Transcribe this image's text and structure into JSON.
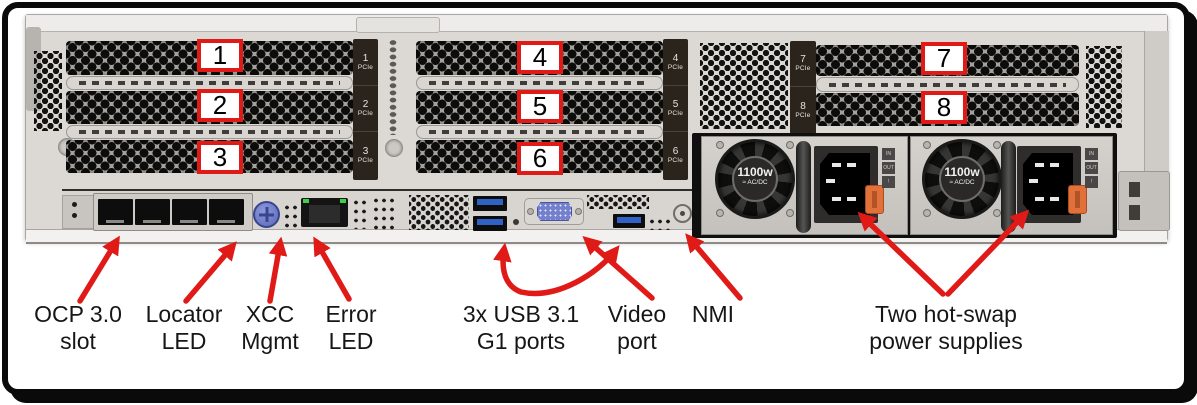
{
  "slot_markers": [
    "1",
    "2",
    "3",
    "4",
    "5",
    "6",
    "7",
    "8"
  ],
  "pcie_tags": [
    {
      "num": "1",
      "bus": "PCIe"
    },
    {
      "num": "2",
      "bus": "PCIe"
    },
    {
      "num": "3",
      "bus": "PCIe"
    },
    {
      "num": "4",
      "bus": "PCIe"
    },
    {
      "num": "5",
      "bus": "PCIe"
    },
    {
      "num": "6",
      "bus": "PCIe"
    },
    {
      "num": "7",
      "bus": "PCIe"
    },
    {
      "num": "8",
      "bus": "PCIe"
    }
  ],
  "psu_units": [
    {
      "wattage": "1100w",
      "power_type": "≈ AC/DC",
      "indicators": [
        "IN",
        "OUT",
        "!"
      ]
    },
    {
      "wattage": "1100w",
      "power_type": "≈ AC/DC",
      "indicators": [
        "IN",
        "OUT",
        "!"
      ]
    }
  ],
  "callouts": {
    "ocp": {
      "line1": "OCP 3.0",
      "line2": "slot"
    },
    "locator": {
      "line1": "Locator",
      "line2": "LED"
    },
    "xcc": {
      "line1": "XCC",
      "line2": "Mgmt"
    },
    "error": {
      "line1": "Error",
      "line2": "LED"
    },
    "usb": {
      "line1": "3x USB 3.1",
      "line2": "G1 ports"
    },
    "video": {
      "line1": "Video",
      "line2": "port"
    },
    "nmi": {
      "line1": "NMI",
      "line2": ""
    },
    "psu": {
      "line1": "Two hot-swap",
      "line2": "power supplies"
    }
  },
  "colors": {
    "callout_red": "#e01a17",
    "usb_blue": "#2f62c4",
    "vga_blue": "#7580cc",
    "latch_orange": "#e2703a",
    "thumbscrew_blue": "#6a79c9",
    "chassis_gray": "#dcd9d4"
  }
}
